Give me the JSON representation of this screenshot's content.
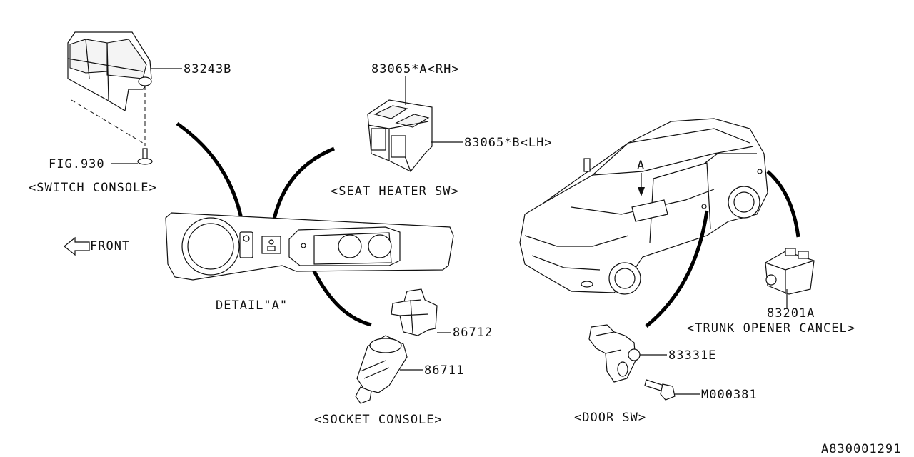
{
  "labels": {
    "p83243B": "83243B",
    "fig930": "FIG.930",
    "switch_console": "<SWITCH CONSOLE>",
    "p83065A": "83065*A<RH>",
    "p83065B": "83065*B<LH>",
    "seat_heater": "<SEAT HEATER SW>",
    "front": "FRONT",
    "detail_a": "DETAIL\"A\"",
    "p86712": "86712",
    "p86711": "86711",
    "socket_console": "<SOCKET CONSOLE>",
    "arrow_a": "A",
    "p83201A": "83201A",
    "trunk_opener": "<TRUNK OPENER CANCEL>",
    "p83331E": "83331E",
    "m000381": "M000381",
    "door_sw": "<DOOR SW>",
    "diagram_id": "A830001291"
  },
  "icons": [
    "switch-console-part",
    "seat-heater-switch",
    "front-arrow",
    "center-console",
    "socket-part",
    "lighter-socket",
    "car-body",
    "trunk-cancel-switch",
    "door-switch",
    "bolt"
  ]
}
